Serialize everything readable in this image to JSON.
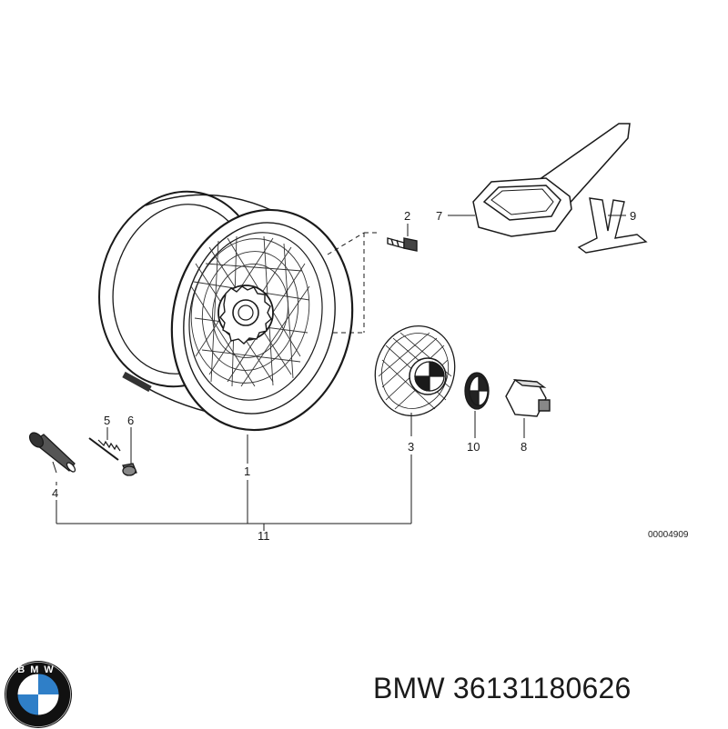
{
  "diagram": {
    "callouts": {
      "c1": "1",
      "c2": "2",
      "c3": "3",
      "c4": "4",
      "c5": "5",
      "c6": "6",
      "c7": "7",
      "c8": "8",
      "c9": "9",
      "c10": "10",
      "c11": "11"
    },
    "reference_code": "00004909"
  },
  "logo": {
    "lettering": "BMW",
    "colors": {
      "blue": "#2f7fc8",
      "ring": "#111111",
      "white": "#ffffff"
    }
  },
  "caption": {
    "brand": "BMW",
    "part_number": "36131180626"
  }
}
